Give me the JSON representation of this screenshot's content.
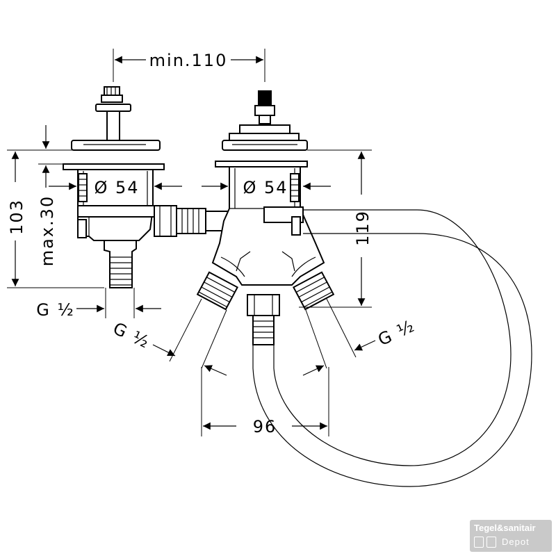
{
  "dimensions": {
    "top_spacing": "min.110",
    "left_diameter": "Ø 54",
    "right_diameter": "Ø 54",
    "height_total": "103",
    "height_max": "max.30",
    "height_right": "119",
    "thread_left": "G ½",
    "thread_mid": "G ½",
    "thread_right": "G ½",
    "bottom_spacing": "96"
  },
  "watermark": {
    "line1": "Tegel&sanitair",
    "line2": "Depot"
  }
}
